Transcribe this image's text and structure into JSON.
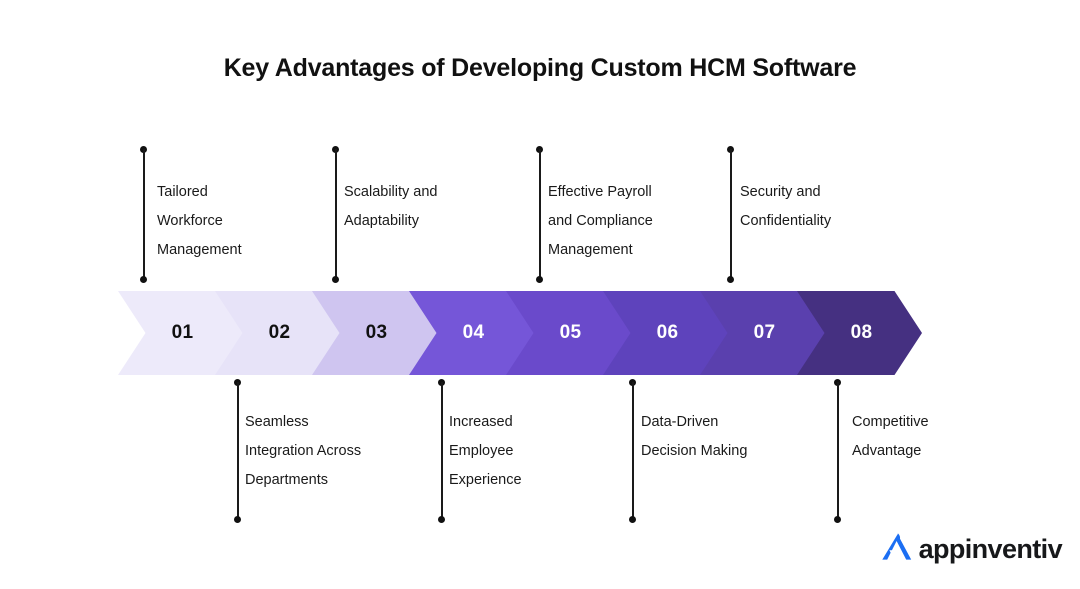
{
  "title": "Key Advantages of Developing Custom HCM Software",
  "brand": {
    "name": "appinventiv",
    "mark_icon": "appinventiv-a-logo-icon",
    "mark_color": "#1B6EF3"
  },
  "steps": [
    {
      "number": "01",
      "label": "Tailored\nWorkforce\nManagement",
      "position": "top",
      "fill": "#EDEAFA",
      "text_color": "#111111"
    },
    {
      "number": "02",
      "label": "Seamless\nIntegration Across\nDepartments",
      "position": "bottom",
      "fill": "#E7E3F8",
      "text_color": "#111111"
    },
    {
      "number": "03",
      "label": "Scalability and\nAdaptability",
      "position": "top",
      "fill": "#CFC5F0",
      "text_color": "#111111"
    },
    {
      "number": "04",
      "label": "Increased\nEmployee\nExperience",
      "position": "bottom",
      "fill": "#7556D8",
      "text_color": "#FFFFFF"
    },
    {
      "number": "05",
      "label": "Effective Payroll\nand Compliance\nManagement",
      "position": "top",
      "fill": "#6A4ACB",
      "text_color": "#FFFFFF"
    },
    {
      "number": "06",
      "label": "Data-Driven\nDecision Making",
      "position": "bottom",
      "fill": "#5E43BC",
      "text_color": "#FFFFFF"
    },
    {
      "number": "07",
      "label": "Security and\nConfidentiality",
      "position": "top",
      "fill": "#5A40AE",
      "text_color": "#FFFFFF"
    },
    {
      "number": "08",
      "label": "Competitive\nAdvantage",
      "position": "bottom",
      "fill": "#453081",
      "text_color": "#FFFFFF"
    }
  ]
}
